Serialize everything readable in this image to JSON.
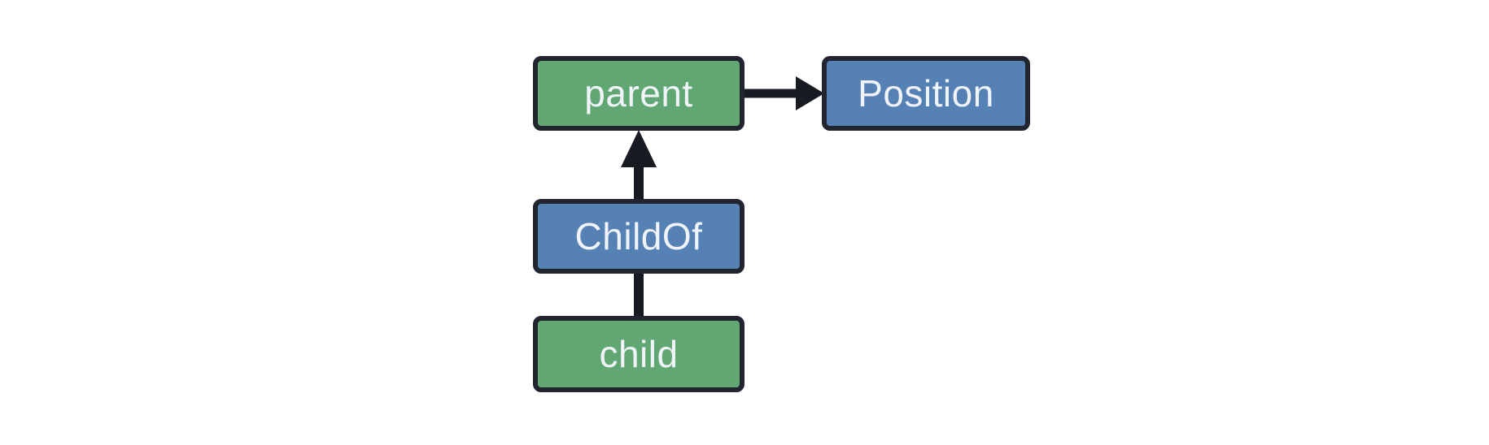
{
  "diagram": {
    "background": "#ffffff",
    "colors": {
      "entity_fill": "#60a773",
      "component_fill": "#5681b4",
      "node_border": "#202530",
      "node_text": "#f0f3f8",
      "arrow": "#181b21"
    },
    "nodes": [
      {
        "id": "parent",
        "label": "parent",
        "type": "entity"
      },
      {
        "id": "Position",
        "label": "Position",
        "type": "component"
      },
      {
        "id": "ChildOf",
        "label": "ChildOf",
        "type": "component"
      },
      {
        "id": "child",
        "label": "child",
        "type": "entity"
      }
    ],
    "edges": [
      {
        "from": "parent",
        "to": "Position",
        "arrowhead": true,
        "direction": "right"
      },
      {
        "from": "ChildOf",
        "to": "parent",
        "arrowhead": true,
        "direction": "up"
      },
      {
        "from": "child",
        "to": "ChildOf",
        "arrowhead": false,
        "direction": "up"
      }
    ]
  }
}
